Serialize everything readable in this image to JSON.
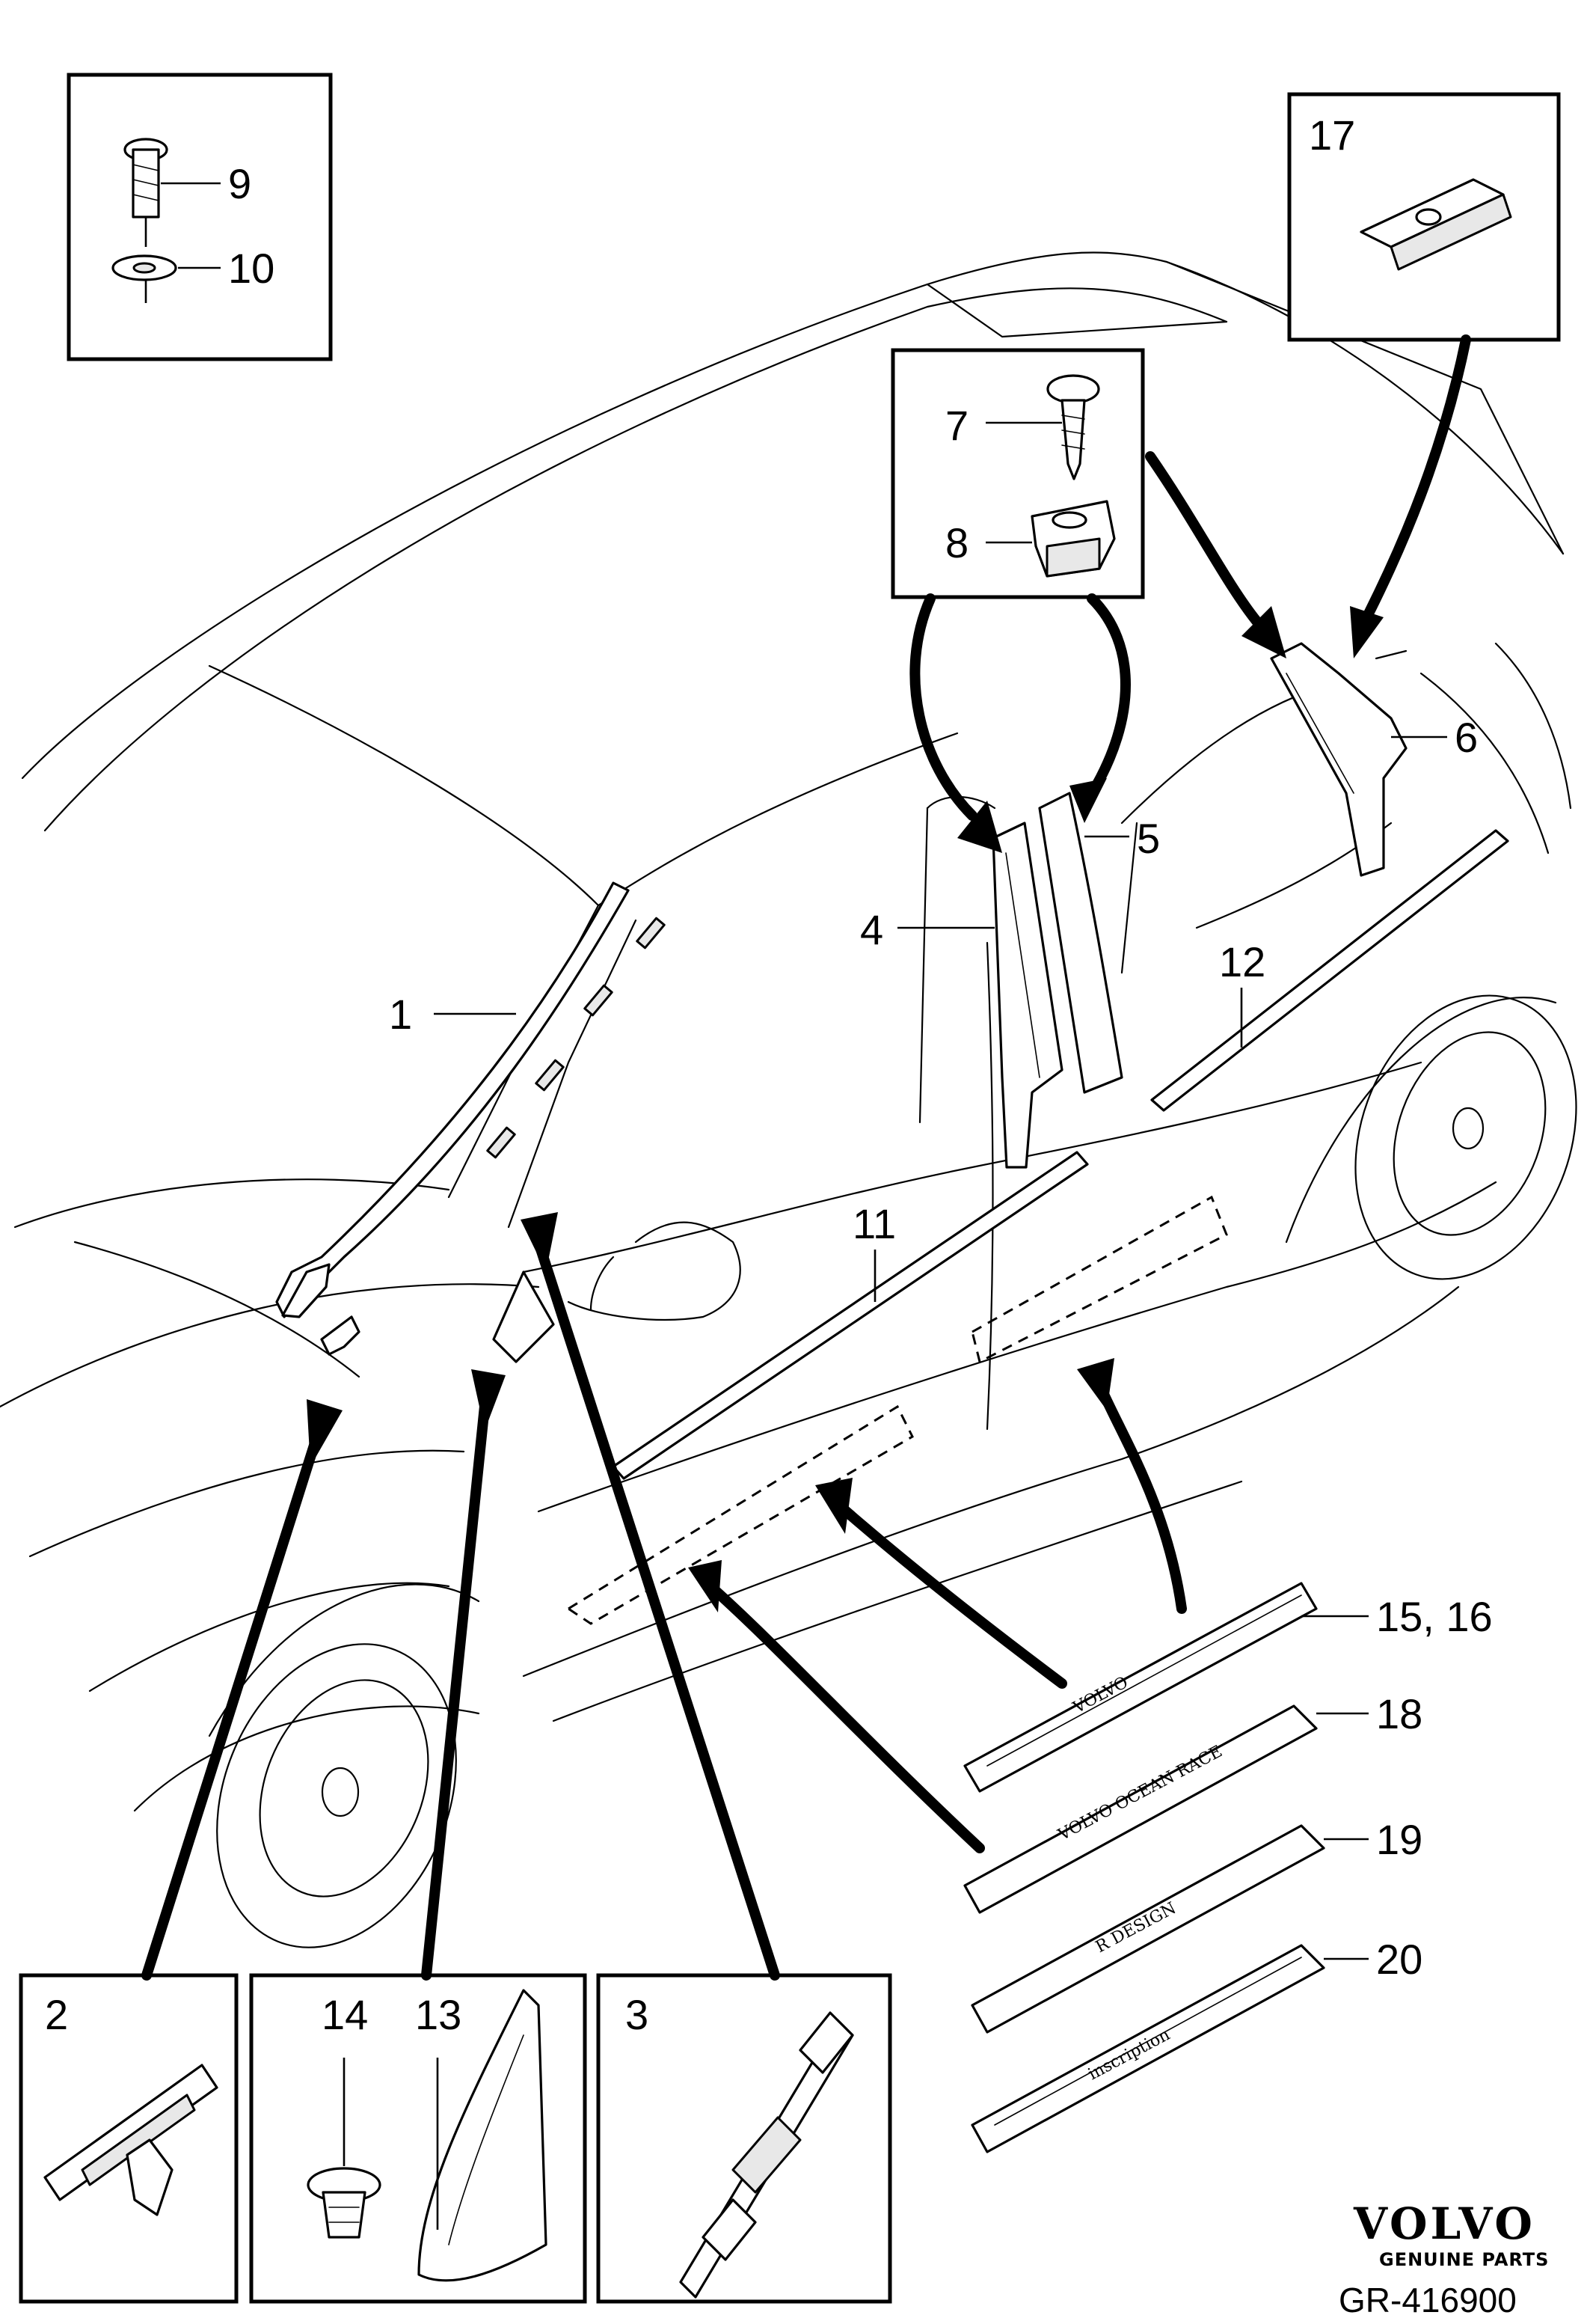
{
  "document": {
    "reference_code": "GR-416900",
    "brand": {
      "name": "VOLVO",
      "tagline": "GENUINE PARTS"
    }
  },
  "callouts": [
    {
      "id": "1",
      "label": "1"
    },
    {
      "id": "2",
      "label": "2"
    },
    {
      "id": "3",
      "label": "3"
    },
    {
      "id": "4",
      "label": "4"
    },
    {
      "id": "5",
      "label": "5"
    },
    {
      "id": "6",
      "label": "6"
    },
    {
      "id": "7",
      "label": "7"
    },
    {
      "id": "8",
      "label": "8"
    },
    {
      "id": "9",
      "label": "9"
    },
    {
      "id": "10",
      "label": "10"
    },
    {
      "id": "11",
      "label": "11"
    },
    {
      "id": "12",
      "label": "12"
    },
    {
      "id": "13",
      "label": "13"
    },
    {
      "id": "14",
      "label": "14"
    },
    {
      "id": "15-16",
      "label": "15, 16"
    },
    {
      "id": "17",
      "label": "17"
    },
    {
      "id": "18",
      "label": "18"
    },
    {
      "id": "19",
      "label": "19"
    },
    {
      "id": "20",
      "label": "20"
    }
  ],
  "sill_plates": {
    "plate_15_16": "VOLVO",
    "plate_18": "VOLVO OCEAN RACE",
    "plate_19": "R DESIGN",
    "plate_20": "inscription"
  }
}
